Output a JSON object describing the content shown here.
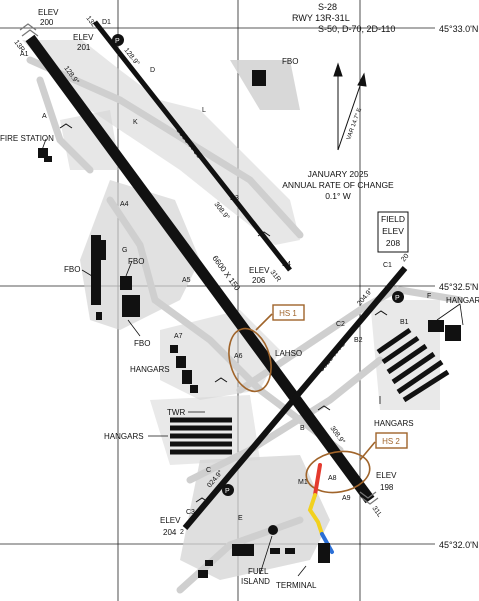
{
  "header": {
    "line1": "S-28",
    "line2": "RWY 13R-31L",
    "line3": "S-50, D-70, 2D-110"
  },
  "coords": {
    "lat_top": "45°33.0'N",
    "lat_mid": "45°32.5'N",
    "lat_bot": "45°32.0'N"
  },
  "variation": {
    "line1": "JANUARY 2025",
    "line2": "ANNUAL RATE OF CHANGE",
    "line3": "0.1° W",
    "var_label": "VAR 14.7° E"
  },
  "field_elev": {
    "title1": "FIELD",
    "title2": "ELEV",
    "value": "208"
  },
  "elevations": {
    "e200_label": "ELEV",
    "e200_value": "200",
    "e201_label": "ELEV",
    "e201_value": "201",
    "e206_label": "ELEV",
    "e206_value": "206",
    "e198_label": "ELEV",
    "e198_value": "198",
    "e204_label": "ELEV",
    "e204_value": "204"
  },
  "runways": {
    "main_dims": "6600 X 150",
    "main_end_nw": "13R",
    "main_end_se": "31L",
    "hdg_128_main": "128.9°",
    "hdg_308_main": "308.9°",
    "left_dims": "3600 X 60",
    "left_end_nw": "13L",
    "left_end_se": "31R",
    "hdg_128_left": "128.9°",
    "hdg_308_left": "308.9°",
    "cross_dims": "3820 X 75",
    "cross_end_sw": "2",
    "cross_end_ne": "20",
    "hdg_024": "024.9°",
    "hdg_204": "204.9°"
  },
  "hotspots": {
    "hs1": "HS 1",
    "hs2": "HS 2"
  },
  "lahso": "LAHSO",
  "labels": {
    "fbo_top": "FBO",
    "fbo_left": "FBO",
    "fbo_mid": "FBO",
    "fbo_bottom": "FBO",
    "fire_station": "FIRE STATION",
    "hangars_left": "HANGARS",
    "hangars_mid": "HANGARS",
    "hangars_right": "HANGARS",
    "hangar_top_right": "HANGAR",
    "twr": "TWR",
    "fuel_island_1": "FUEL",
    "fuel_island_2": "ISLAND",
    "terminal": "TERMINAL"
  },
  "taxiways": {
    "a": "A",
    "a1": "A1",
    "a4": "A4",
    "a5": "A5",
    "a6": "A6",
    "a7": "A7",
    "a8": "A8",
    "a9": "A9",
    "b": "B",
    "b1": "B1",
    "b2": "B2",
    "c": "C",
    "c1": "C1",
    "c2": "C2",
    "c3": "C3",
    "d": "D",
    "d1": "D1",
    "d3": "D3",
    "d4": "D4",
    "e": "E",
    "f": "F",
    "g": "G",
    "k": "K",
    "l": "L",
    "m1": "M1"
  },
  "symbols": {
    "p": "P"
  },
  "colors": {
    "runway": "#111111",
    "taxiway": "#d4d4d4",
    "hotspot": "#a0642a",
    "hs_route_red": "#e43a2e",
    "hs_route_yellow": "#f2d11e",
    "hs_route_blue": "#2b6fd6",
    "grid": "#222222"
  }
}
